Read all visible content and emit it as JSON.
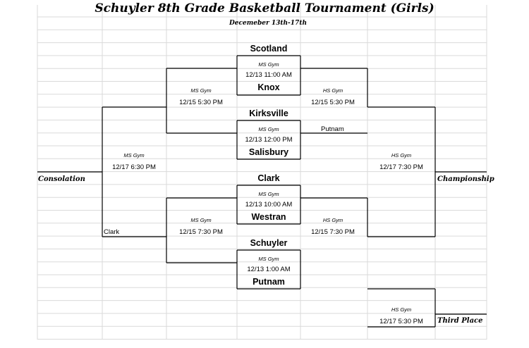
{
  "sheet": {
    "title": "Schuyler 8th Grade Basketball Tournament (Girls)",
    "subtitle": "Decemeber 13th-17th"
  },
  "round1": [
    {
      "team_top": "Scotland",
      "gym": "MS Gym",
      "time": "12/13 11:00 AM",
      "team_bottom": "Knox"
    },
    {
      "team_top": "Kirksville",
      "gym": "MS Gym",
      "time": "12/13 12:00 PM",
      "team_bottom": "Salisbury"
    },
    {
      "team_top": "Clark",
      "gym": "MS Gym",
      "time": "12/13 10:00 AM",
      "team_bottom": "Westran"
    },
    {
      "team_top": "Schuyler",
      "gym": "MS Gym",
      "time": "12/13 1:00 AM",
      "team_bottom": "Putnam"
    }
  ],
  "round2_left": [
    {
      "gym": "MS Gym",
      "time": "12/15 5:30 PM"
    },
    {
      "gym": "MS Gym",
      "time": "12/15 7:30 PM"
    }
  ],
  "round2_right": [
    {
      "gym": "HS Gym",
      "time": "12/15 5:30 PM"
    },
    {
      "gym": "HS Gym",
      "time": "12/15 7:30 PM"
    }
  ],
  "putnam_entry": "Putnam",
  "clark_entry": "Clark",
  "consolation": {
    "gym": "MS Gym",
    "time": "12/17 6:30 PM",
    "label": "Consolation"
  },
  "championship": {
    "gym": "HS Gym",
    "time": "12/17 7:30 PM",
    "label": "Championship"
  },
  "third_place": {
    "gym": "HS Gym",
    "time": "12/17 5:30 PM",
    "label": "Third Place"
  }
}
